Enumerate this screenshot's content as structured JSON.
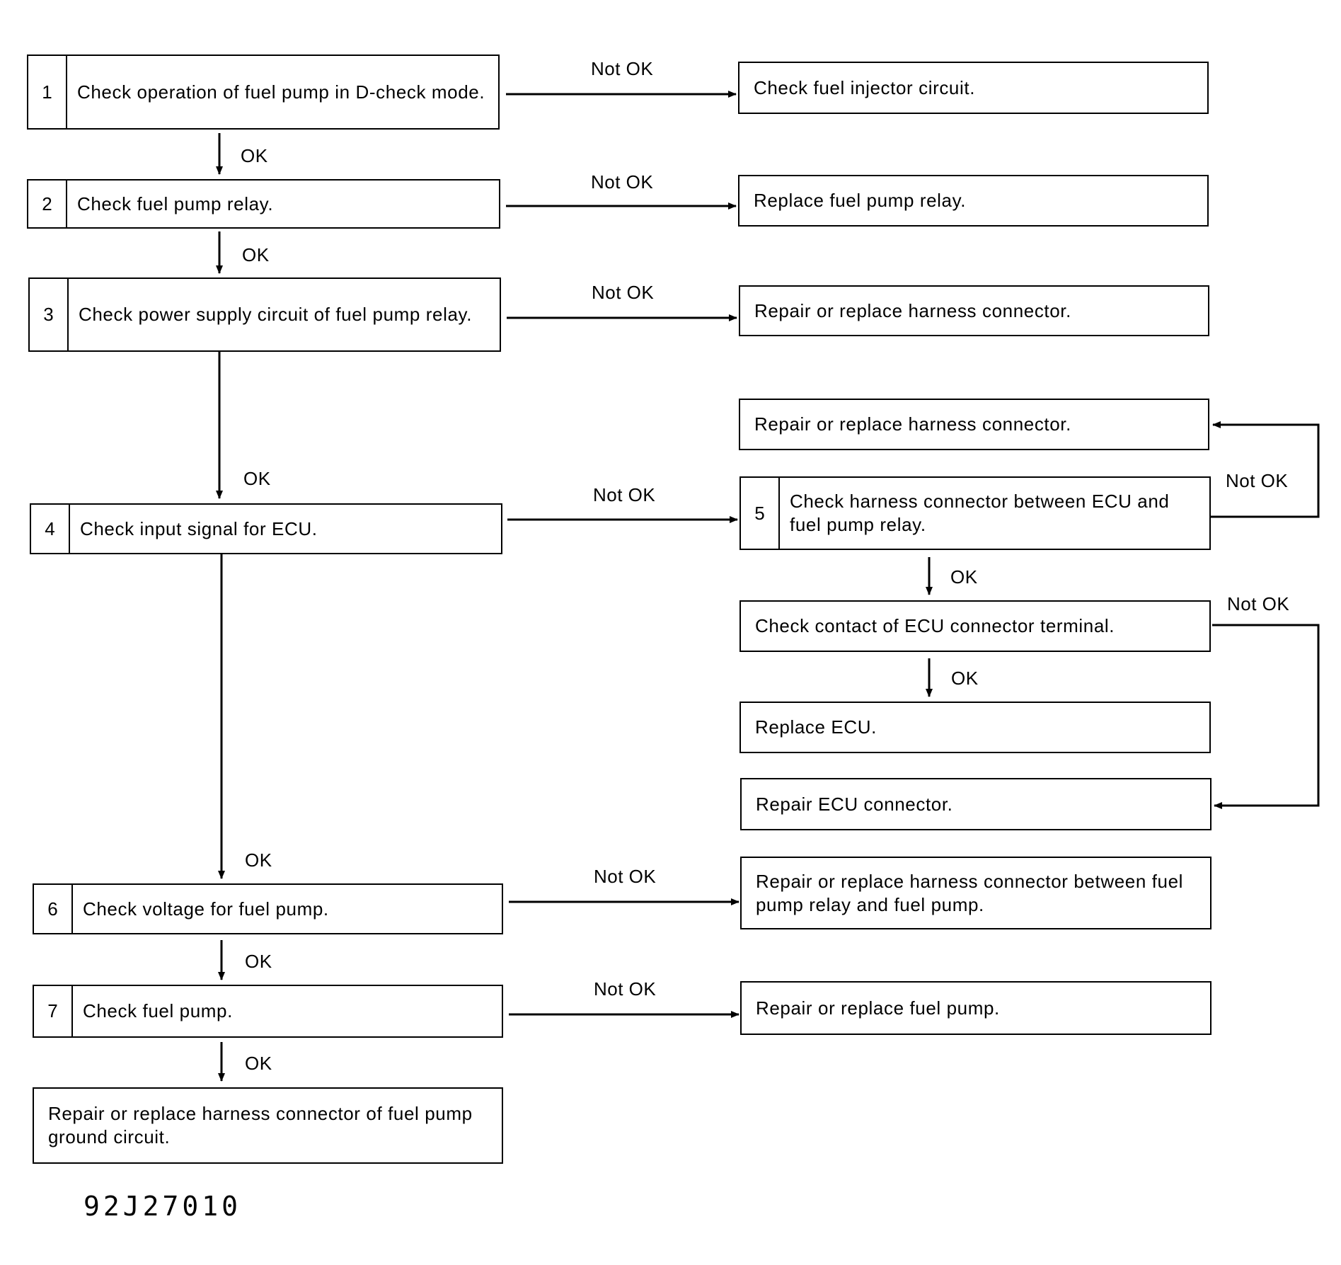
{
  "steps": [
    {
      "num": "1",
      "text": "Check operation of fuel pump in D-check mode."
    },
    {
      "num": "2",
      "text": "Check fuel pump relay."
    },
    {
      "num": "3",
      "text": "Check power supply circuit of fuel pump relay."
    },
    {
      "num": "4",
      "text": "Check input signal for ECU."
    },
    {
      "num": "5",
      "text": "Check harness connector between ECU and fuel pump relay."
    },
    {
      "num": "6",
      "text": "Check voltage for fuel pump."
    },
    {
      "num": "7",
      "text": "Check fuel pump."
    }
  ],
  "outcomes": {
    "fuel_injector": "Check fuel injector circuit.",
    "replace_relay": "Replace fuel pump relay.",
    "repair_harness_3": "Repair or replace harness connector.",
    "repair_harness_5": "Repair or replace harness connector.",
    "check_ecu_contact": "Check contact of ECU connector terminal.",
    "replace_ecu": "Replace ECU.",
    "repair_ecu_connector": "Repair ECU connector.",
    "repair_harness_6": "Repair or replace harness connector between fuel pump relay and fuel pump.",
    "repair_fuel_pump": "Repair or replace fuel pump.",
    "repair_ground": "Repair or replace harness connector of fuel pump ground circuit."
  },
  "labels": {
    "ok": "OK",
    "not_ok": "Not OK"
  },
  "figure_code": "92J27010"
}
